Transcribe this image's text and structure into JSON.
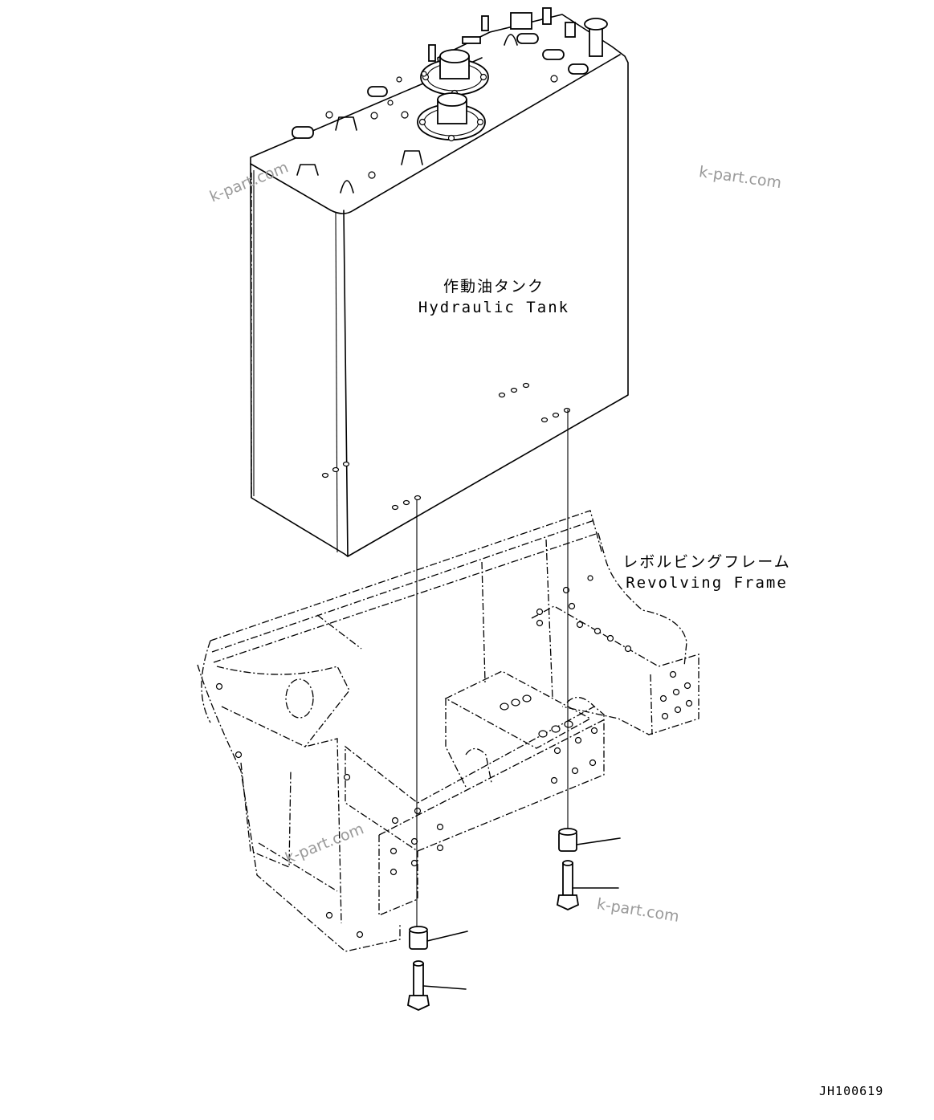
{
  "labels": {
    "tank_jp": "作動油タンク",
    "tank_en": "Hydraulic Tank",
    "frame_jp": "レボルビングフレーム",
    "frame_en": "Revolving Frame"
  },
  "watermark": "k-part.com",
  "drawing_code": "JH100619"
}
